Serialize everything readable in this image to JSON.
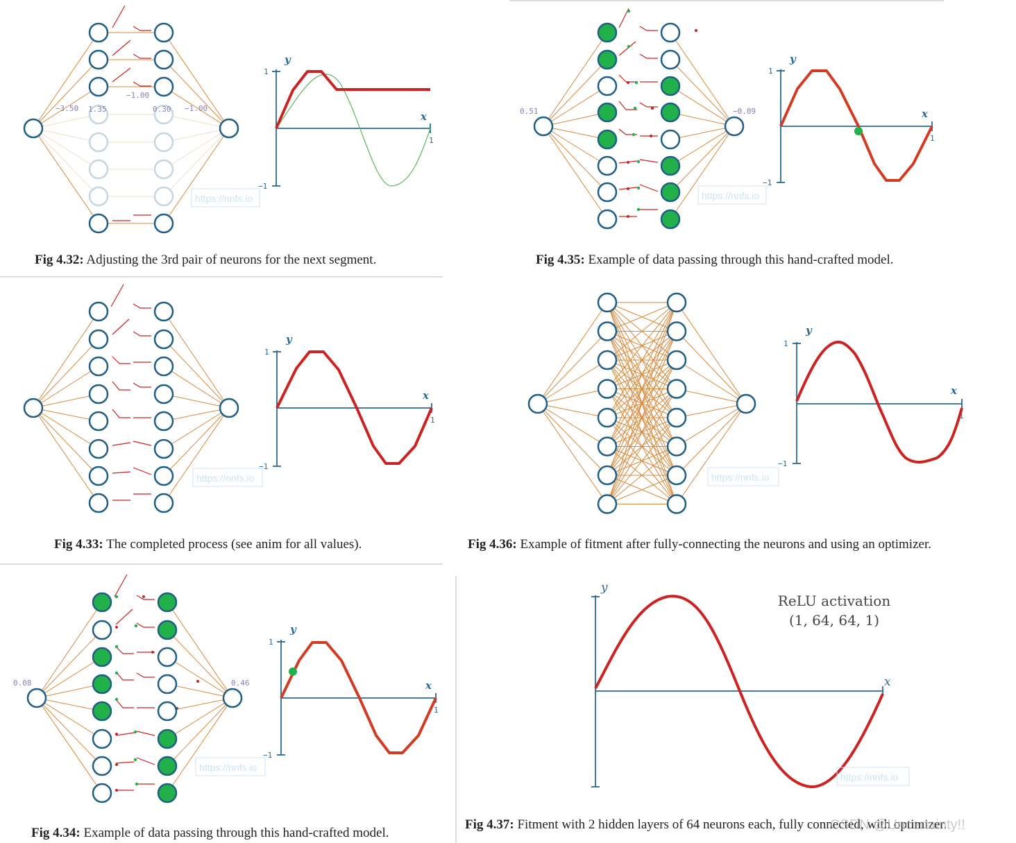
{
  "figures": [
    {
      "id": "fig432",
      "caption_label": "Fig 4.32:",
      "caption_text": " Adjusting the 3rd pair of neurons for the next segment.",
      "axis_y": "y",
      "axis_x": "x",
      "tick_pos": "1",
      "tick_neg": "−1",
      "tick_x": "1",
      "weights": [
        "−3.50",
        "1.35",
        "−1.00",
        "0.30",
        "−1.00"
      ],
      "url_watermark": "https://nnfs.io"
    },
    {
      "id": "fig435",
      "caption_label": "Fig 4.35:",
      "caption_text": " Example of data passing through this hand-crafted model.",
      "axis_y": "y",
      "axis_x": "x",
      "tick_pos": "1",
      "tick_neg": "−1",
      "tick_x": "1",
      "input_value": "0.51",
      "output_value": "−0.09",
      "url_watermark": "https://nnfs.io"
    },
    {
      "id": "fig433",
      "caption_label": "Fig 4.33:",
      "caption_text": " The completed process (see anim for all values).",
      "axis_y": "y",
      "axis_x": "x",
      "tick_pos": "1",
      "tick_neg": "−1",
      "tick_x": "1",
      "url_watermark": "https://nnfs.io"
    },
    {
      "id": "fig436",
      "caption_label": "Fig 4.36:",
      "caption_text": " Example of fitment after fully-connecting the neurons and using an optimizer.",
      "axis_y": "y",
      "axis_x": "x",
      "tick_pos": "1",
      "tick_neg": "−1",
      "tick_x": "1",
      "url_watermark": "https://nnfs.io"
    },
    {
      "id": "fig434",
      "caption_label": "Fig 4.34:",
      "caption_text": " Example of data passing through this hand-crafted model.",
      "axis_y": "y",
      "axis_x": "x",
      "tick_pos": "1",
      "tick_neg": "−1",
      "tick_x": "1",
      "input_value": "0.08",
      "output_value": "0.46",
      "url_watermark": "https://nnfs.io"
    },
    {
      "id": "fig437",
      "caption_label": "Fig 4.37:",
      "caption_text": " Fitment with 2 hidden layers of 64 neurons each, fully connected, with optimizer.",
      "axis_y": "y",
      "axis_x": "x",
      "annotation_line1": "ReLU activation",
      "annotation_line2": "(1, 64, 64, 1)",
      "url_watermark": "https://nnfs.io"
    }
  ],
  "csdn_watermark": "CSDN @Uncertainty!!",
  "colors": {
    "node_stroke": "#1f5f86",
    "node_active": "#22b04b",
    "edge": "#d9893a",
    "curve": "#cc2222",
    "target_curve": "#5cb85c",
    "axis": "#2a6a93",
    "weight_label": "#8a7fb8"
  }
}
